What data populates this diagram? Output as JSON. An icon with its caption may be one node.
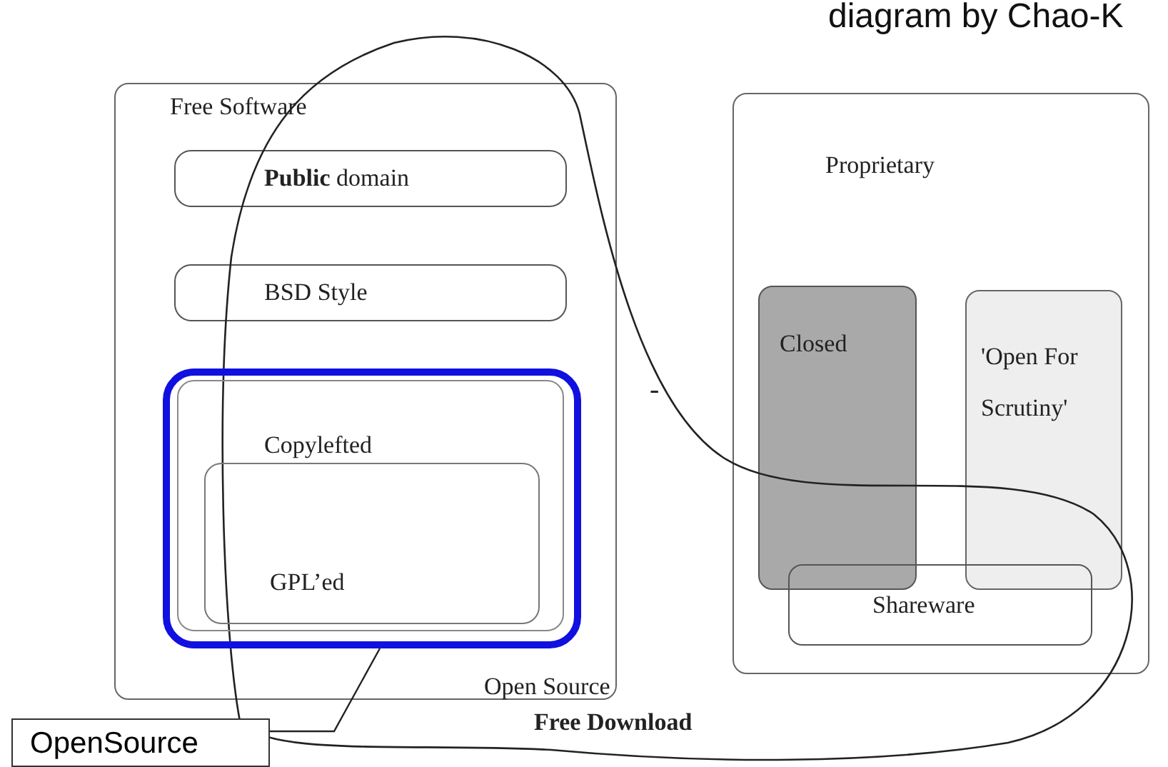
{
  "diagram": {
    "nodes": [
      {
        "text": [
          "Free Software",
          "Open Source"
        ]
      },
      {
        "text": [
          "**Public** domain"
        ],
        "in": 0
      },
      {
        "text": [
          "BSD Style"
        ],
        "in": 0
      },
      {
        "text": [
          "Copylefted"
        ],
        "in": 5
      },
      {
        "text": [
          "GPL’ed"
        ],
        "in": 3
      },
      {
        "text": [],
        "shape": "box",
        "in": 0
      },
      {
        "text": [
          "Proprietary"
        ]
      },
      {
        "text": [
          "Closed"
        ],
        "in": 6
      },
      {
        "text": [
          "'Open For Scrutiny'"
        ],
        "in": 6
      },
      {
        "text": [
          "Shareware"
        ],
        "in": 6
      },
      {
        "text": [
          "Free Download"
        ]
      },
      {
        "text": [
          "OpenSource"
        ]
      }
    ],
    "edges": [
      {
        "from": 11,
        "to": 5,
        "arrow": "none"
      }
    ],
    "labels": [
      "-",
      "diagram by Chao-K"
    ]
  }
}
